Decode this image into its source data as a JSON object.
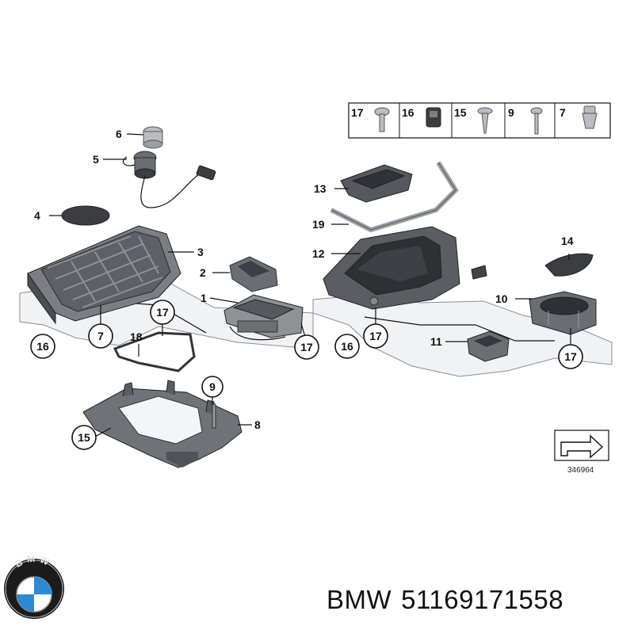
{
  "hardware_legend": [
    "17",
    "16",
    "15",
    "9",
    "7"
  ],
  "callouts": {
    "c1": "1",
    "c2": "2",
    "c3": "3",
    "c4": "4",
    "c5": "5",
    "c6": "6",
    "c7": "7",
    "c8": "8",
    "c9": "9",
    "c10": "10",
    "c11": "11",
    "c12": "12",
    "c13": "13",
    "c14": "14",
    "c18": "18",
    "c19": "19",
    "c15a": "15",
    "c16a": "16",
    "c16b": "16",
    "c17a": "17",
    "c17b": "17",
    "c17c": "17",
    "c17d": "17"
  },
  "diagram_ref": "346964",
  "logo_text": "BMW",
  "caption": {
    "brand": "BMW",
    "part_number": "51169171558"
  },
  "colors": {
    "line": "#111111",
    "frame_fill": "#f1f2f4",
    "part_dark": "#3b3d41",
    "logo_blue": "#2a8ad6"
  }
}
